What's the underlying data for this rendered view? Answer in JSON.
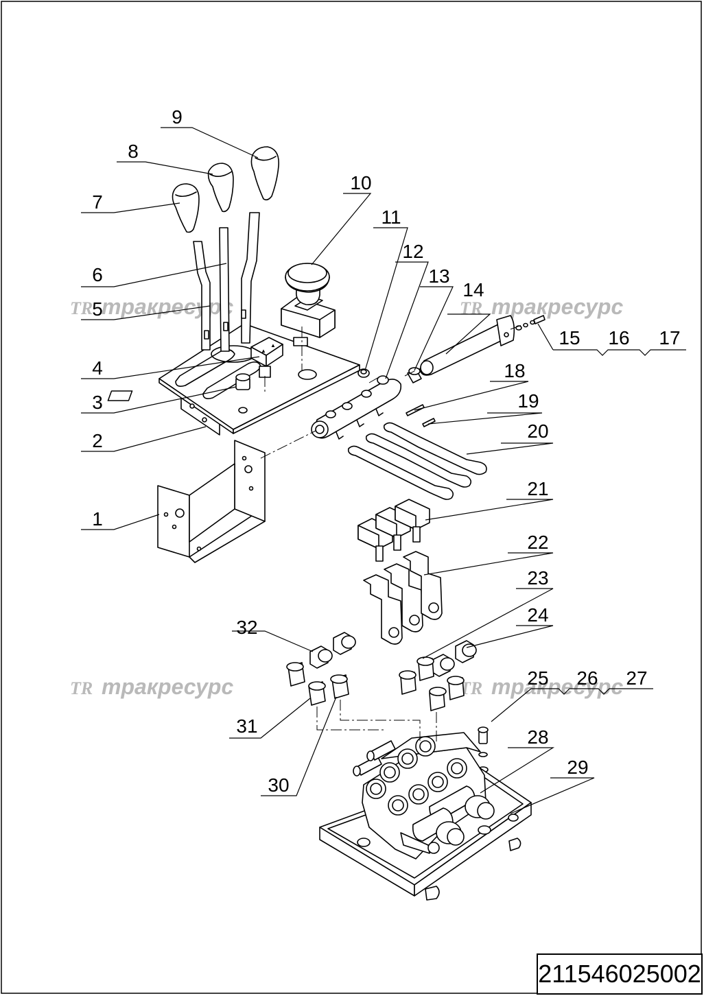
{
  "drawing": {
    "document_number": "211546025002",
    "watermark": {
      "logo": "TR",
      "text": "тракресурс"
    },
    "callouts": [
      {
        "id": "c1",
        "label": "1"
      },
      {
        "id": "c2",
        "label": "2"
      },
      {
        "id": "c3",
        "label": "3"
      },
      {
        "id": "c4",
        "label": "4"
      },
      {
        "id": "c5",
        "label": "5"
      },
      {
        "id": "c6",
        "label": "6"
      },
      {
        "id": "c7",
        "label": "7"
      },
      {
        "id": "c8",
        "label": "8"
      },
      {
        "id": "c9",
        "label": "9"
      },
      {
        "id": "c10",
        "label": "10"
      },
      {
        "id": "c11",
        "label": "11"
      },
      {
        "id": "c12",
        "label": "12"
      },
      {
        "id": "c13",
        "label": "13"
      },
      {
        "id": "c14",
        "label": "14"
      },
      {
        "id": "c15",
        "label": "15"
      },
      {
        "id": "c16",
        "label": "16"
      },
      {
        "id": "c17",
        "label": "17"
      },
      {
        "id": "c18",
        "label": "18"
      },
      {
        "id": "c19",
        "label": "19"
      },
      {
        "id": "c20",
        "label": "20"
      },
      {
        "id": "c21",
        "label": "21"
      },
      {
        "id": "c22",
        "label": "22"
      },
      {
        "id": "c23",
        "label": "23"
      },
      {
        "id": "c24",
        "label": "24"
      },
      {
        "id": "c25",
        "label": "25"
      },
      {
        "id": "c26",
        "label": "26"
      },
      {
        "id": "c27",
        "label": "27"
      },
      {
        "id": "c28",
        "label": "28"
      },
      {
        "id": "c29",
        "label": "29"
      },
      {
        "id": "c30",
        "label": "30"
      },
      {
        "id": "c31",
        "label": "31"
      },
      {
        "id": "c32",
        "label": "32"
      }
    ]
  }
}
